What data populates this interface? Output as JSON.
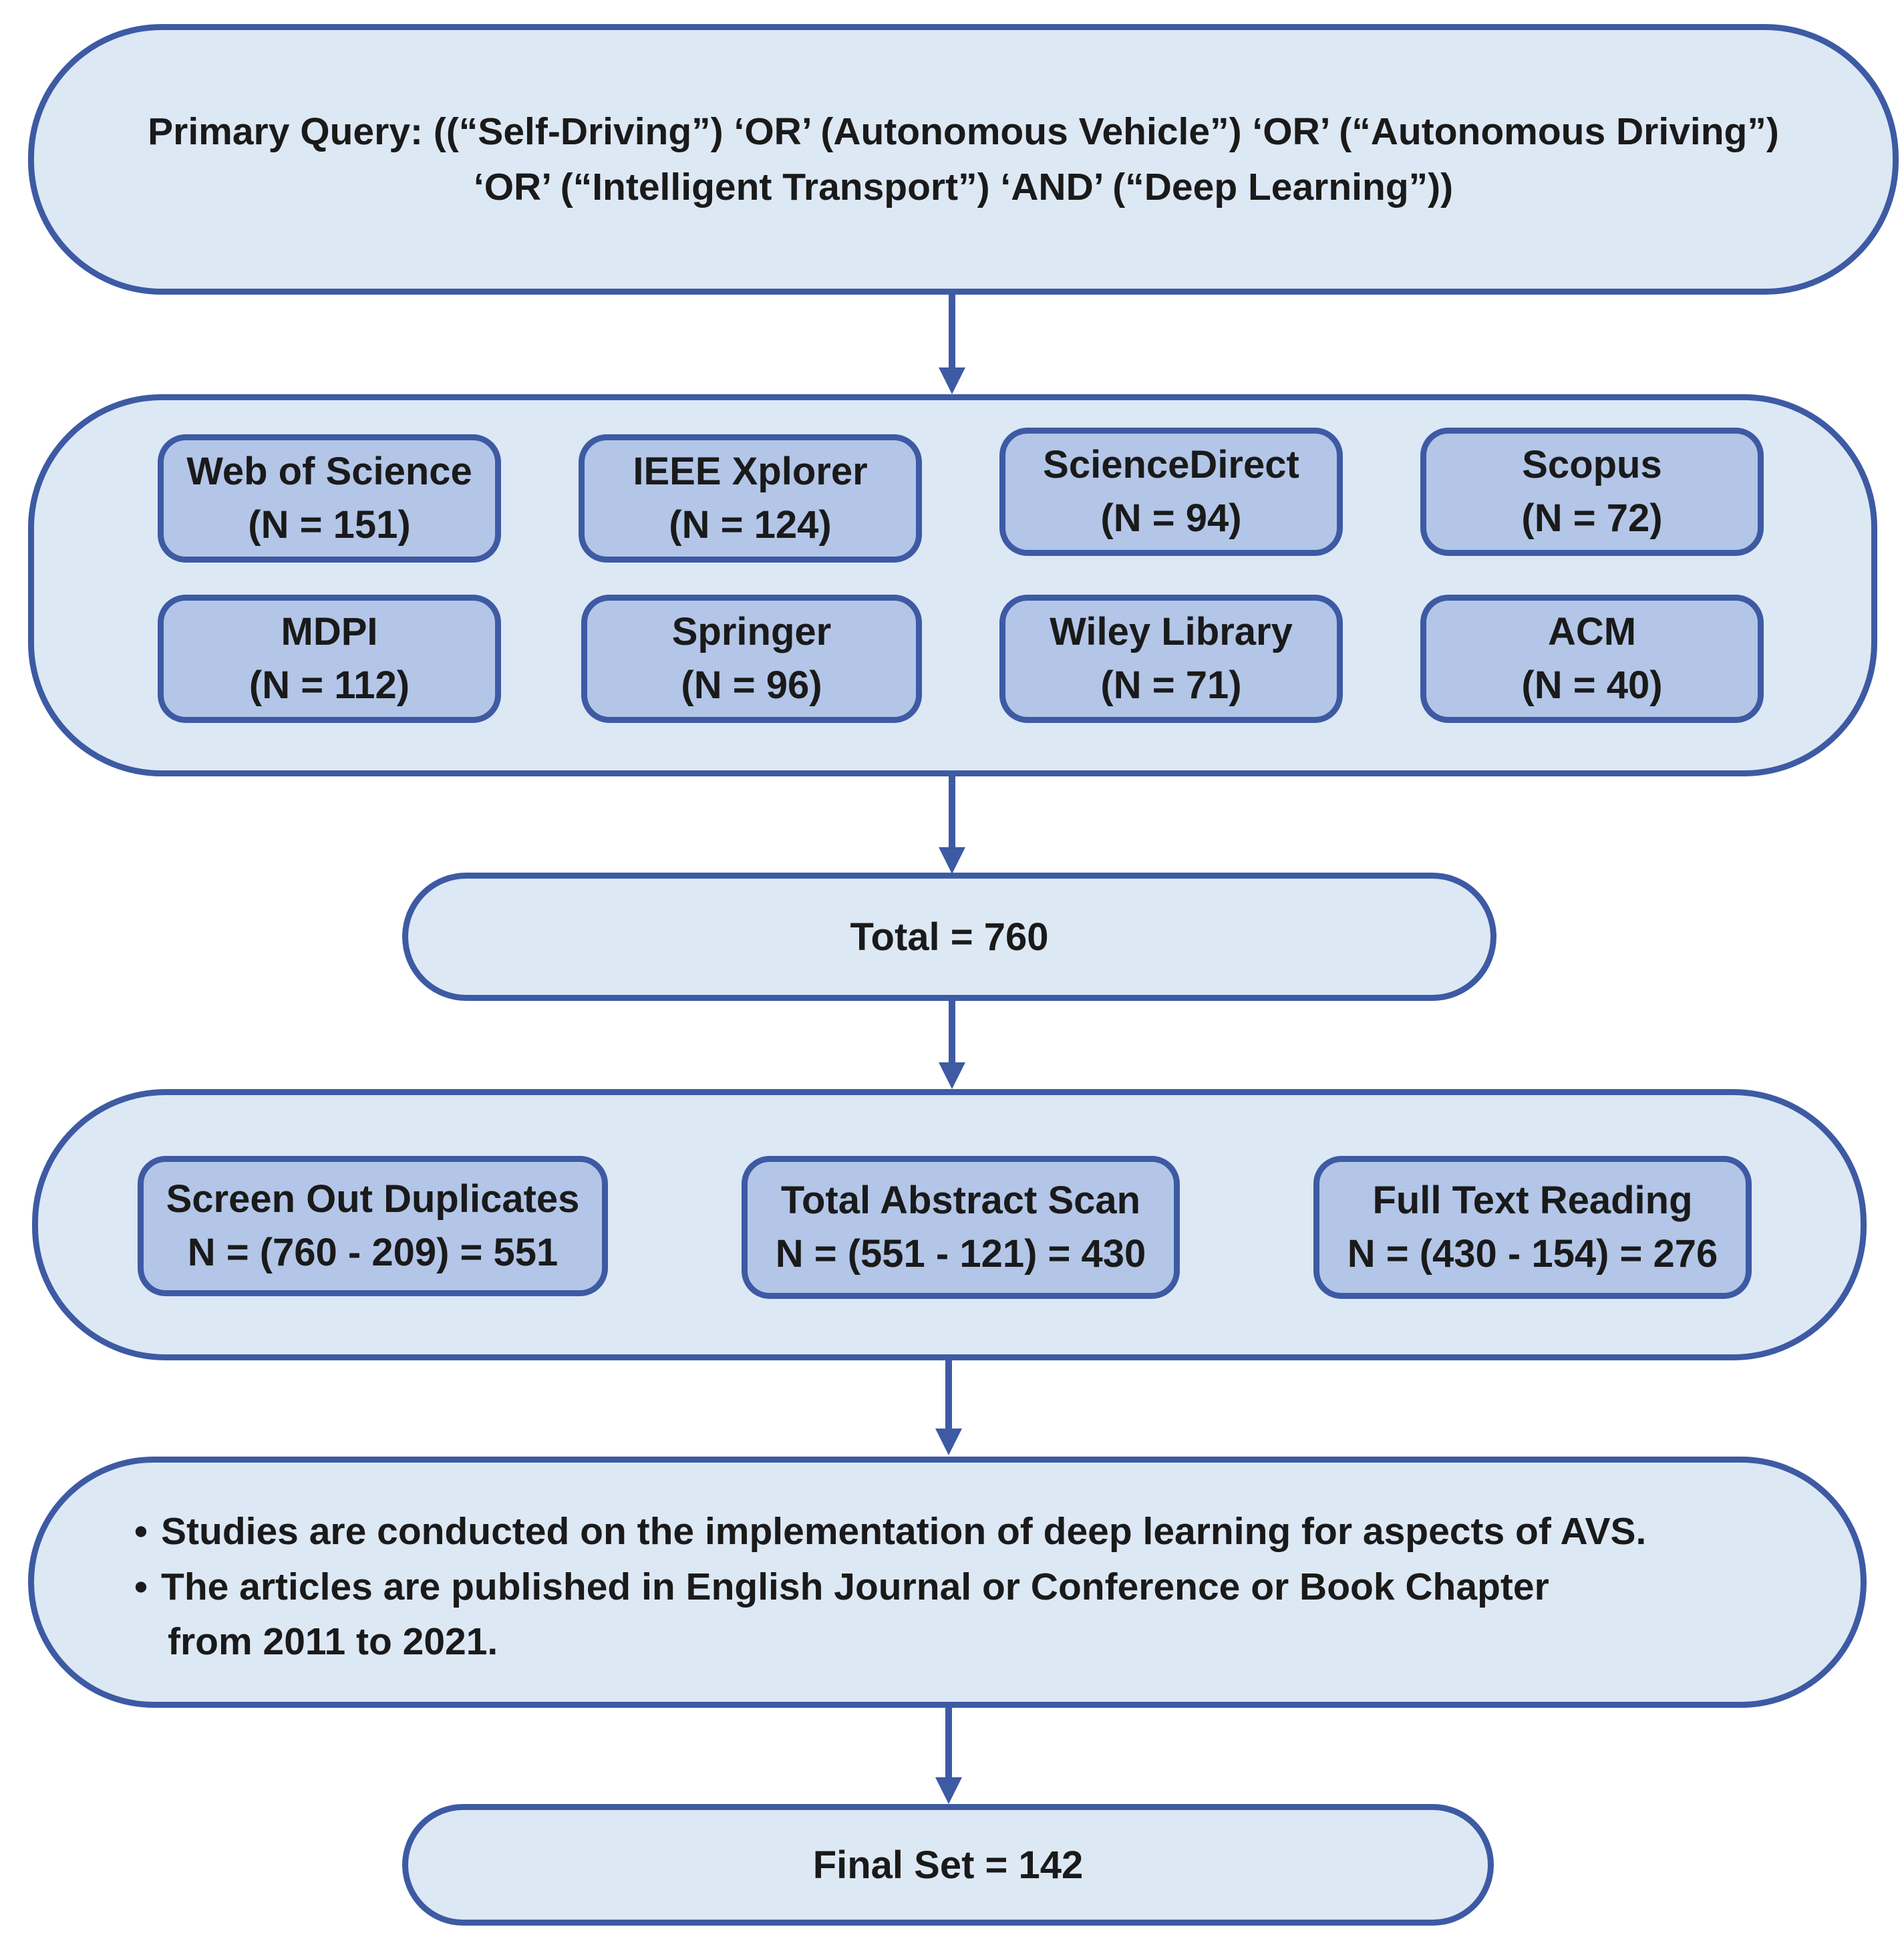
{
  "query": {
    "line1": "Primary Query: ((“Self-Driving”) ‘OR’ (Autonomous Vehicle”) ‘OR’ (“Autonomous Driving”)",
    "line2": "‘OR’ (“Intelligent Transport”) ‘AND’ (“Deep Learning”))"
  },
  "databases": [
    {
      "name": "Web of Science",
      "count": "(N = 151)"
    },
    {
      "name": "IEEE Xplorer",
      "count": "(N = 124)"
    },
    {
      "name": "ScienceDirect",
      "count": "(N = 94)"
    },
    {
      "name": "Scopus",
      "count": "(N = 72)"
    },
    {
      "name": "MDPI",
      "count": "(N = 112)"
    },
    {
      "name": "Springer",
      "count": "(N = 96)"
    },
    {
      "name": "Wiley Library",
      "count": "(N = 71)"
    },
    {
      "name": "ACM",
      "count": "(N = 40)"
    }
  ],
  "total": "Total = 760",
  "screening": [
    {
      "title": "Screen Out Duplicates",
      "formula": "N = (760 - 209) = 551"
    },
    {
      "title": "Total Abstract Scan",
      "formula": "N = (551 - 121) = 430"
    },
    {
      "title": "Full Text Reading",
      "formula": "N = (430 - 154) = 276"
    }
  ],
  "criteria": {
    "bullet": "•",
    "item1": "Studies are conducted on the implementation of deep learning for aspects of AVS.",
    "item2_line1": "The articles are published in English Journal or Conference or Book Chapter",
    "item2_line2": "from 2011 to 2021."
  },
  "final": "Final Set = 142",
  "colors": {
    "outer_fill": "#dde8f5",
    "inner_fill": "#b3c6e8",
    "border": "#3d5aa3"
  }
}
